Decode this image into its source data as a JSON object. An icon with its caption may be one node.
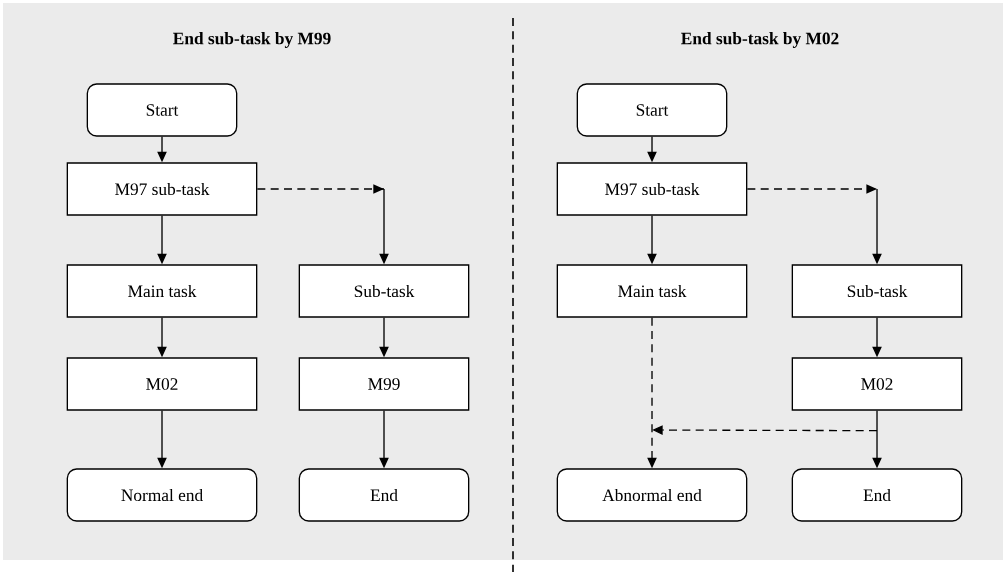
{
  "diagram": {
    "nodes": [
      {
        "text": [
          "Start"
        ]
      },
      {
        "text": [
          "M97 sub-task"
        ]
      },
      {
        "text": [
          "Main task"
        ]
      },
      {
        "text": [
          "M02"
        ]
      },
      {
        "text": [
          "Normal end"
        ]
      },
      {
        "text": [
          "Sub-task"
        ]
      },
      {
        "text": [
          "M99"
        ]
      },
      {
        "text": [
          "End"
        ]
      },
      {
        "text": [
          "Start"
        ]
      },
      {
        "text": [
          "M97 sub-task"
        ]
      },
      {
        "text": [
          "Main task"
        ]
      },
      {
        "text": [
          "Sub-task"
        ]
      },
      {
        "text": [
          "M02"
        ]
      },
      {
        "text": [
          "Abnormal end"
        ]
      },
      {
        "text": [
          "End"
        ]
      }
    ],
    "edges": [
      {
        "from": 0,
        "to": 1,
        "arrow": "to"
      },
      {
        "from": 1,
        "to": 2,
        "arrow": "to"
      },
      {
        "from": 2,
        "to": 3,
        "arrow": "to"
      },
      {
        "from": 3,
        "to": 4,
        "arrow": "to"
      },
      {
        "from": 1,
        "to": 5,
        "arrow": "to",
        "style": "dashed"
      },
      {
        "from": 5,
        "to": 6,
        "arrow": "to"
      },
      {
        "from": 6,
        "to": 7,
        "arrow": "to"
      },
      {
        "from": 8,
        "to": 9,
        "arrow": "to"
      },
      {
        "from": 9,
        "to": 10,
        "arrow": "to"
      },
      {
        "from": 9,
        "to": 11,
        "arrow": "to",
        "style": "dashed"
      },
      {
        "from": 11,
        "to": 12,
        "arrow": "to"
      },
      {
        "from": 12,
        "to": 14,
        "arrow": "to"
      },
      {
        "from": 10,
        "to": 13,
        "arrow": "to",
        "style": "dashed"
      },
      {
        "from": 12,
        "to": 13,
        "arrow": "to",
        "style": "dashed"
      }
    ],
    "labels": [
      "End sub-task by M99",
      "End sub-task by M02"
    ]
  }
}
